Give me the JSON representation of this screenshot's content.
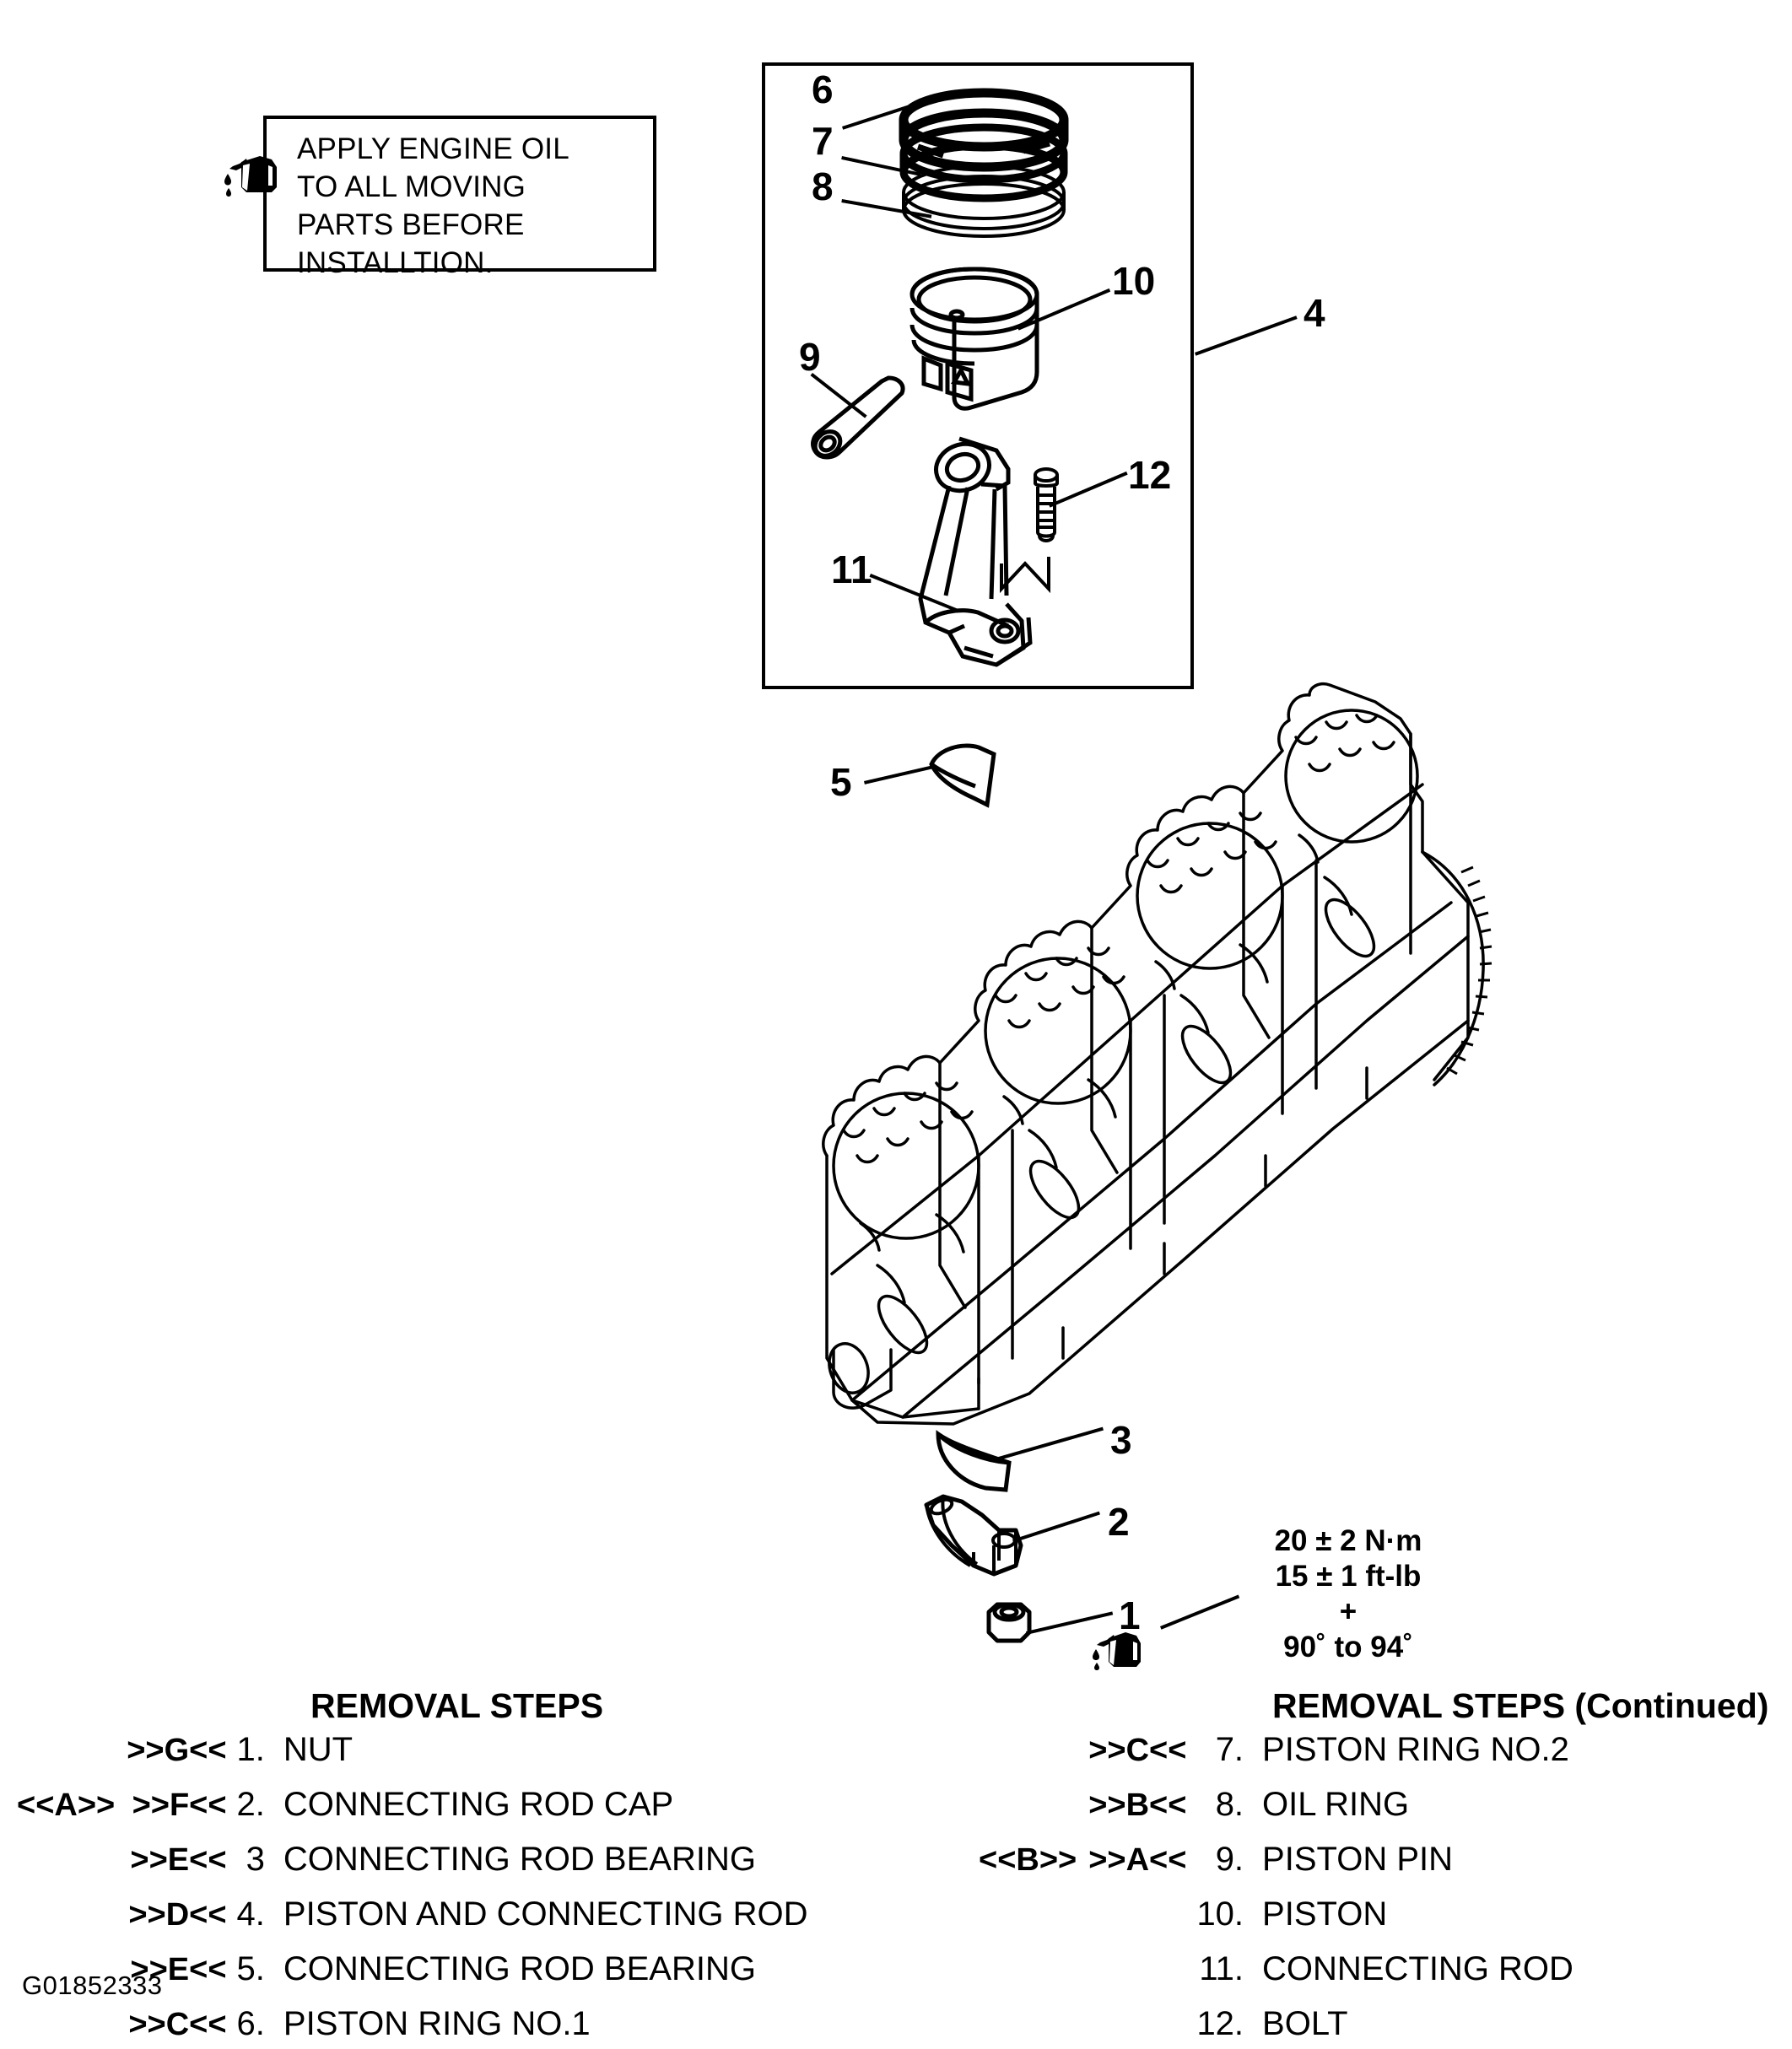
{
  "note": {
    "icon": "oil-can-icon",
    "text": "APPLY ENGINE OIL\nTO ALL MOVING\nPARTS BEFORE\nINSTALLTION."
  },
  "callouts": {
    "c1": "1",
    "c2": "2",
    "c3": "3",
    "c4": "4",
    "c5": "5",
    "c6": "6",
    "c7": "7",
    "c8": "8",
    "c9": "9",
    "c10": "10",
    "c11": "11",
    "c12": "12"
  },
  "torque": {
    "text": "20 ± 2 N·m\n15 ± 1 ft-lb\n+\n90˚ to 94˚"
  },
  "removal_steps": {
    "left_title": "REMOVAL STEPS",
    "right_title": "REMOVAL STEPS (Continued)",
    "left_items": [
      {
        "outer": "",
        "mark": ">>G<<",
        "num": "1.",
        "label": "NUT"
      },
      {
        "outer": "<<A>>",
        "mark": ">>F<<",
        "num": "2.",
        "label": "CONNECTING ROD CAP"
      },
      {
        "outer": "",
        "mark": ">>E<<",
        "num": "3",
        "label": "CONNECTING ROD BEARING"
      },
      {
        "outer": "",
        "mark": ">>D<<",
        "num": "4.",
        "label": "PISTON AND CONNECTING ROD"
      },
      {
        "outer": "",
        "mark": ">>E<<",
        "num": "5.",
        "label": "CONNECTING ROD BEARING"
      },
      {
        "outer": "",
        "mark": ">>C<<",
        "num": "6.",
        "label": "PISTON RING NO.1"
      }
    ],
    "right_items": [
      {
        "outer": "",
        "mark": ">>C<<",
        "num": "7.",
        "label": "PISTON RING NO.2"
      },
      {
        "outer": "",
        "mark": ">>B<<",
        "num": "8.",
        "label": "OIL RING"
      },
      {
        "outer": "<<B>>",
        "mark": ">>A<<",
        "num": "9.",
        "label": "PISTON PIN"
      },
      {
        "outer": "",
        "mark": "",
        "num": "10.",
        "label": "PISTON"
      },
      {
        "outer": "",
        "mark": "",
        "num": "11.",
        "label": "CONNECTING ROD"
      },
      {
        "outer": "",
        "mark": "",
        "num": "12.",
        "label": "BOLT"
      }
    ]
  },
  "drawing_id": "G01852333",
  "colors": {
    "ink": "#000000",
    "paper": "#ffffff"
  }
}
